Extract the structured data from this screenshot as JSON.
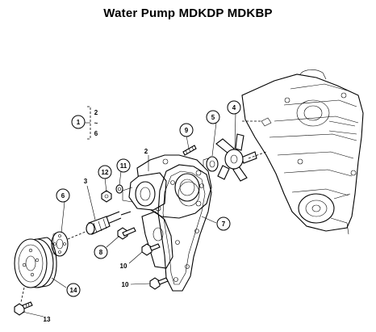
{
  "title": "Water Pump MDKDP  MDKBP",
  "bracket": {
    "top": "2",
    "tilde": "~",
    "bottom": "6"
  },
  "callouts": [
    {
      "id": "c1",
      "label": "1",
      "bubble": true
    },
    {
      "id": "c2",
      "label": "2",
      "bubble": false
    },
    {
      "id": "c3",
      "label": "3",
      "bubble": false
    },
    {
      "id": "c4",
      "label": "4",
      "bubble": true
    },
    {
      "id": "c5",
      "label": "5",
      "bubble": true
    },
    {
      "id": "c6",
      "label": "6",
      "bubble": true
    },
    {
      "id": "c7",
      "label": "7",
      "bubble": true
    },
    {
      "id": "c8",
      "label": "8",
      "bubble": true
    },
    {
      "id": "c9",
      "label": "9",
      "bubble": true
    },
    {
      "id": "c10a",
      "label": "10",
      "bubble": false
    },
    {
      "id": "c10b",
      "label": "10",
      "bubble": false
    },
    {
      "id": "c11",
      "label": "11",
      "bubble": true
    },
    {
      "id": "c12",
      "label": "12",
      "bubble": true
    },
    {
      "id": "c13",
      "label": "13",
      "bubble": false
    },
    {
      "id": "c14",
      "label": "14",
      "bubble": true
    }
  ]
}
